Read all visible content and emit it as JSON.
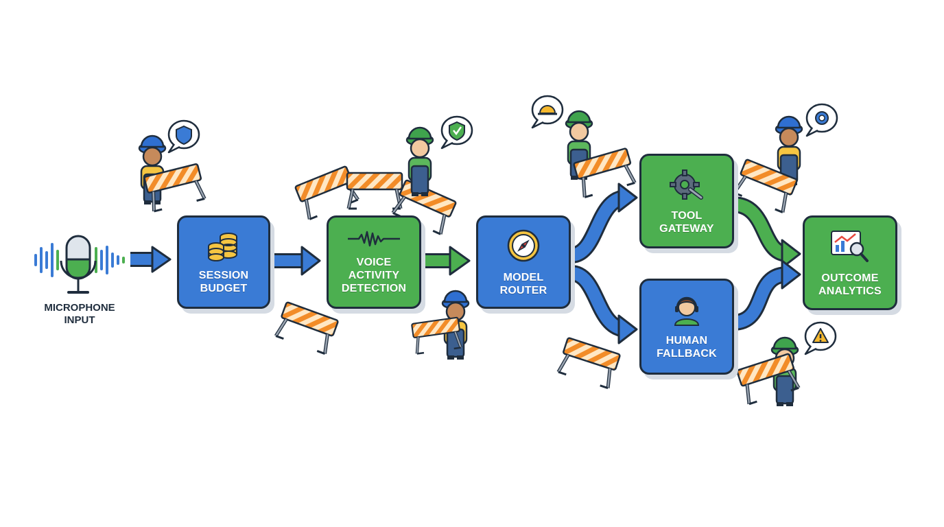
{
  "source": {
    "label_line1": "MICROPHONE",
    "label_line2": "INPUT",
    "icon": "microphone-icon"
  },
  "nodes": {
    "session_budget": {
      "line1": "SESSION",
      "line2": "BUDGET",
      "icon": "coins-icon",
      "color": "#3a7bd5"
    },
    "voice_activity": {
      "line1": "VOICE",
      "line2": "ACTIVITY",
      "line3": "DETECTION",
      "icon": "waveform-icon",
      "color": "#4caf50"
    },
    "model_router": {
      "line1": "MODEL",
      "line2": "ROUTER",
      "icon": "compass-icon",
      "color": "#3a7bd5"
    },
    "tool_gateway": {
      "line1": "TOOL",
      "line2": "GATEWAY",
      "icon": "gear-wrench-icon",
      "color": "#4caf50"
    },
    "human_fallback": {
      "line1": "HUMAN",
      "line2": "FALLBACK",
      "icon": "headset-agent-icon",
      "color": "#3a7bd5"
    },
    "outcome_analytics": {
      "line1": "OUTCOME",
      "line2": "ANALYTICS",
      "icon": "analytics-magnifier-icon",
      "color": "#4caf50"
    }
  },
  "colors": {
    "blue": "#3a7bd5",
    "green": "#4caf50",
    "outline": "#1f2d3d",
    "barrier_orange": "#f28c28",
    "shadow": "#d5dbe3"
  }
}
